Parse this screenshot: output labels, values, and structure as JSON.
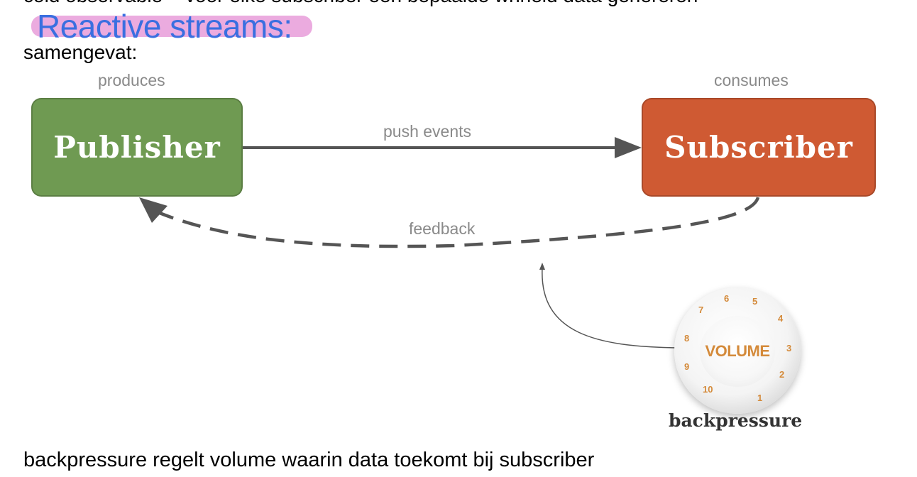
{
  "cut_line": "cold observable = voor elke subscriber een bepaalde whheid data genereren",
  "heading": "Reactive streams:",
  "subtitle": "samengevat:",
  "diagram": {
    "produces_label": "produces",
    "consumes_label": "consumes",
    "publisher_label": "Publisher",
    "subscriber_label": "Subscriber",
    "push_label": "push events",
    "feedback_label": "feedback",
    "knob_word": "VOLUME",
    "knob_numbers": [
      "1",
      "2",
      "3",
      "4",
      "5",
      "6",
      "7",
      "8",
      "9",
      "10"
    ],
    "backpressure_label": "backpressure",
    "colors": {
      "publisher": "#6f9a52",
      "subscriber": "#cf5a33",
      "arrow": "#555555",
      "knob_text": "#d48a3a"
    }
  },
  "caption": "backpressure regelt volume waarin data toekomt bij subscriber"
}
